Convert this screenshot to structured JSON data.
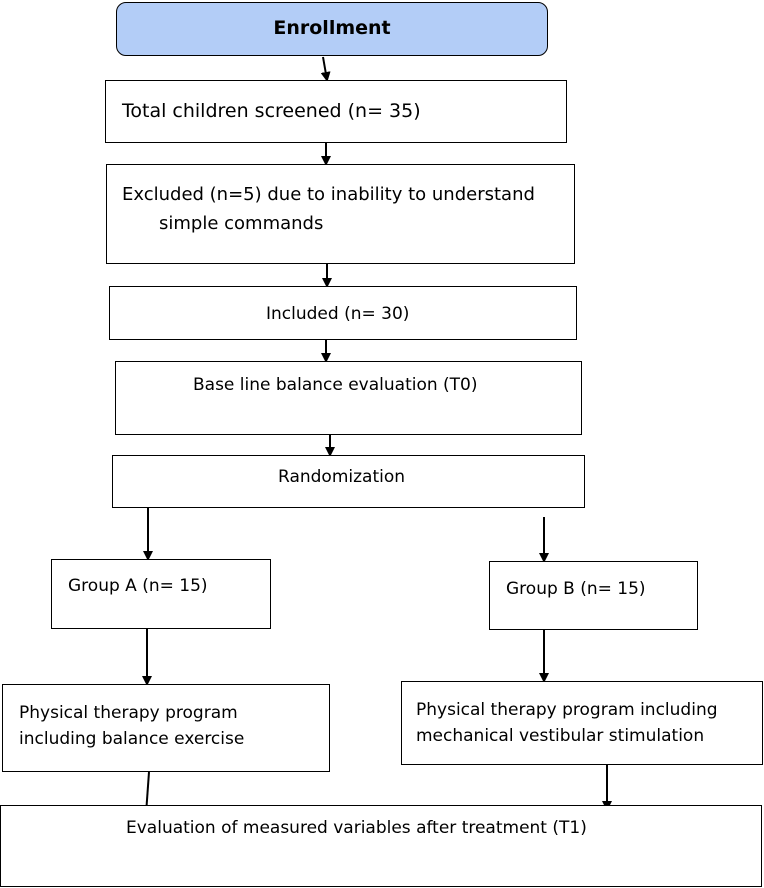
{
  "flow": {
    "enrollment": "Enrollment",
    "screened": "Total children screened (n= 35)",
    "excluded_line1": "Excluded (n=5) due to inability to understand",
    "excluded_line2": "simple commands",
    "included": "Included (n= 30)",
    "baseline": "Base line balance evaluation (T0)",
    "randomization": "Randomization",
    "group_a": "Group A (n= 15)",
    "group_b": "Group B (n= 15)",
    "program_a_line1": "Physical therapy program",
    "program_a_line2": "including balance exercise",
    "program_b_line1": "Physical therapy program including",
    "program_b_line2": "mechanical vestibular stimulation",
    "evaluation": "Evaluation of measured variables after treatment (T1)"
  },
  "colors": {
    "enrollment_fill": "#b3cdf7",
    "stroke": "#000000"
  }
}
